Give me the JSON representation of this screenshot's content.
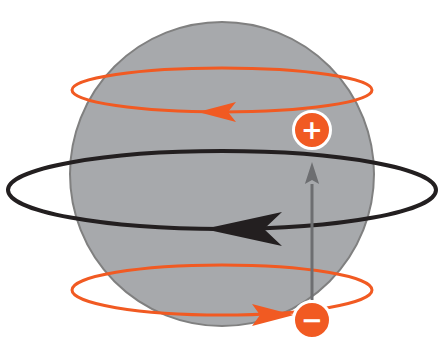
{
  "diagram": {
    "nodes": [
      {
        "text": [
          "+"
        ]
      },
      {
        "text": [
          "−"
        ]
      }
    ],
    "edges": [
      {
        "from": 1,
        "to": 0,
        "arrow": "to"
      }
    ]
  }
}
